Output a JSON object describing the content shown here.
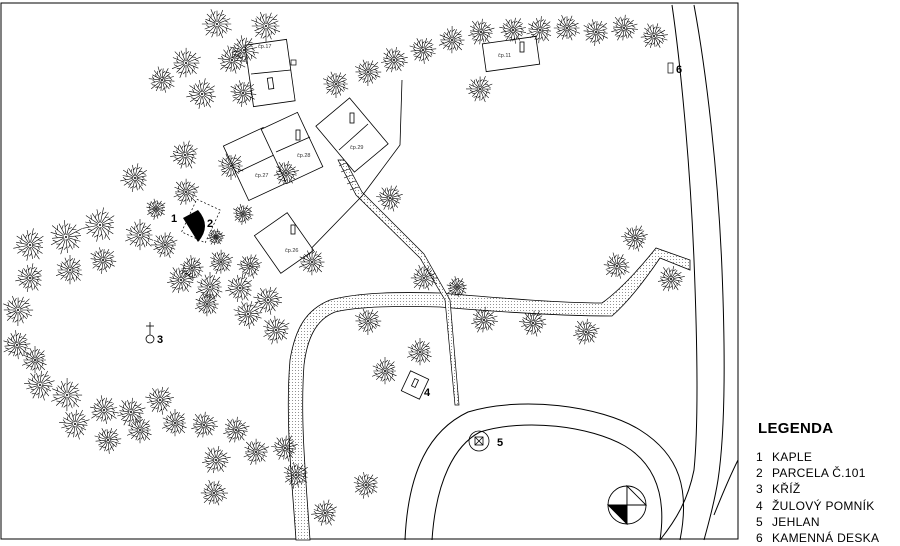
{
  "legend": {
    "title": "LEGENDA",
    "items": [
      {
        "num": "1",
        "label": "KAPLE"
      },
      {
        "num": "2",
        "label": "PARCELA Č.101"
      },
      {
        "num": "3",
        "label": "KŘÍŽ"
      },
      {
        "num": "4",
        "label": "ŽULOVÝ POMNÍK"
      },
      {
        "num": "5",
        "label": "JEHLAN"
      },
      {
        "num": "6",
        "label": "KAMENNÁ DESKA"
      }
    ]
  },
  "map": {
    "markers": [
      "1",
      "2",
      "3",
      "4",
      "5",
      "6"
    ],
    "houses": [
      "čp.17",
      "čp.11",
      "čp.27",
      "čp.28",
      "čp.29",
      "čp.26"
    ]
  },
  "colors": {
    "ink": "#000000",
    "paper": "#ffffff",
    "path_fill": "#e6e6e6"
  }
}
